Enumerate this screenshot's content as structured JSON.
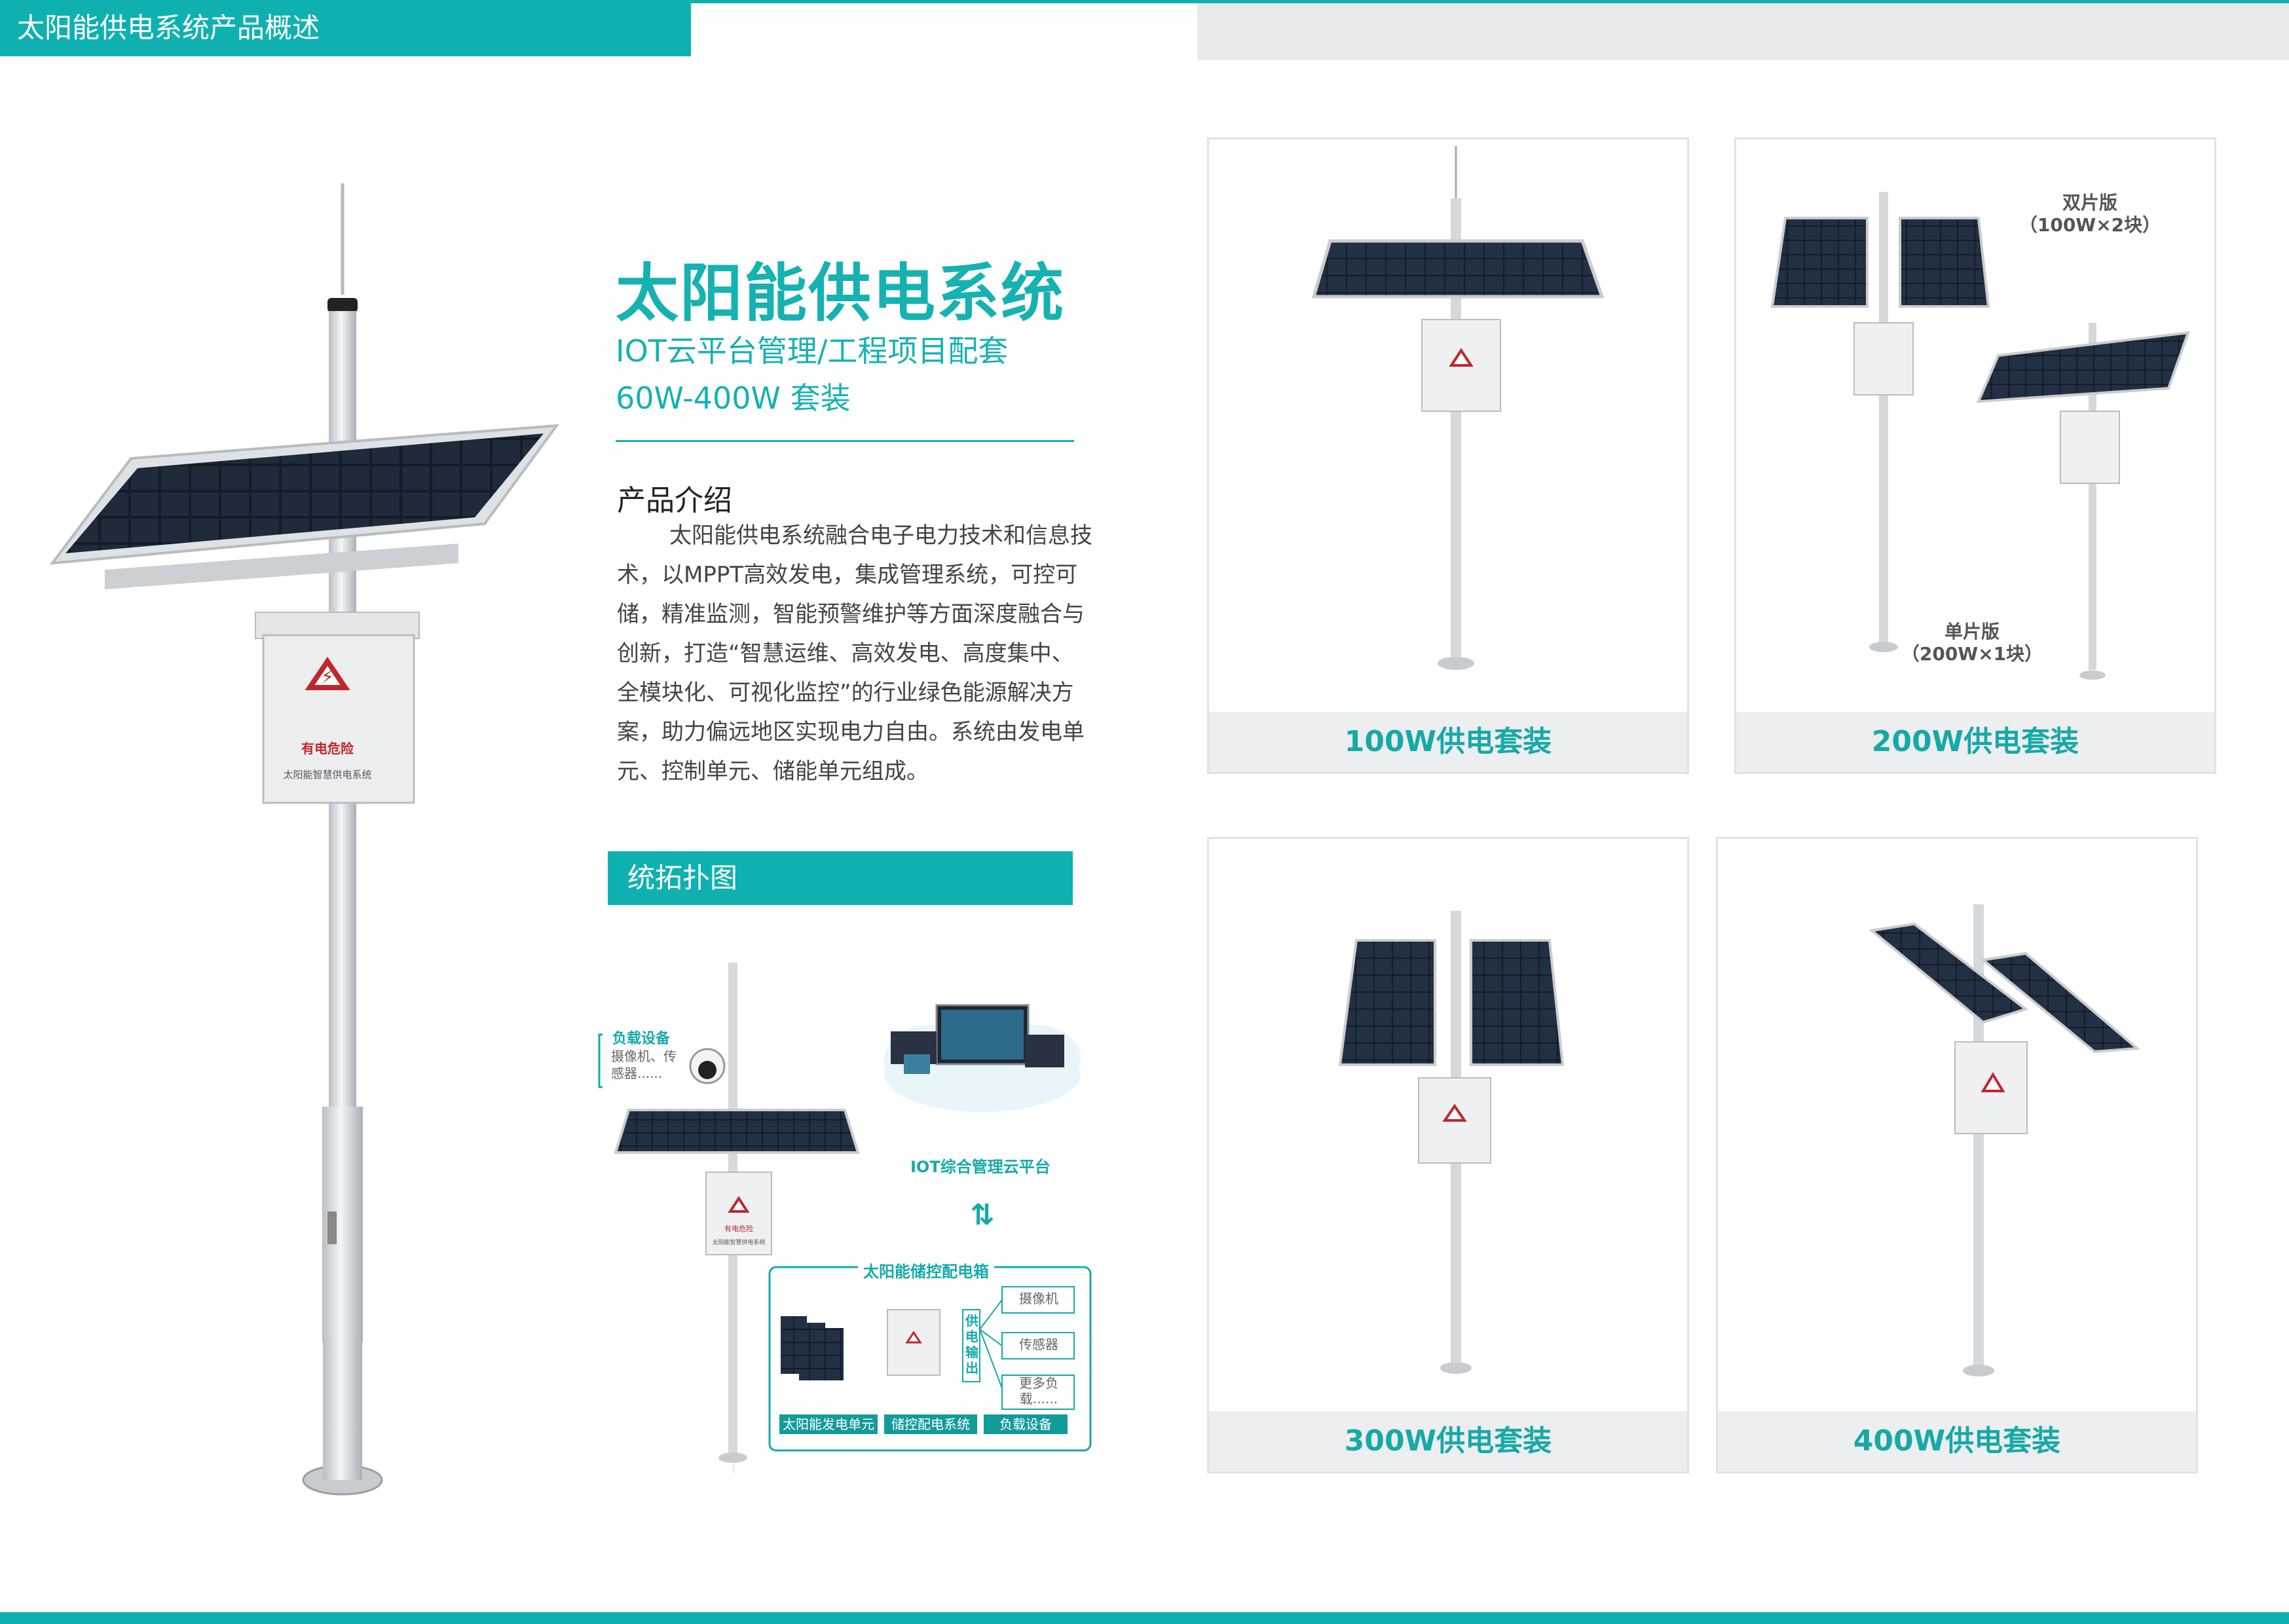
{
  "header": {
    "title": "太阳能供电系统产品概述"
  },
  "hero": {
    "title": "太阳能供电系统",
    "subtitle1": "IOT云平台管理/工程项目配套",
    "subtitle2": "60W-400W 套装"
  },
  "intro": {
    "heading": "产品介绍",
    "text": "太阳能供电系统融合电子电力技术和信息技术，以MPPT高效发电，集成管理系统，可控可储，精准监测，智能预警维护等方面深度融合与创新，打造“智慧运维、高效发电、高度集中、全模块化、可视化监控”的行业绿色能源解决方案，助力偏远地区实现电力自由。系统由发电单元、控制单元、储能单元组成。"
  },
  "topology": {
    "heading": "统拓扑图",
    "load_title": "负载设备",
    "load_items": "摄像机、传感器......",
    "cloud_label": "IOT综合管理云平台",
    "box_title": "太阳能储控配电箱",
    "supply_label": "供电输出",
    "outputs": [
      "摄像机",
      "传感器",
      "更多负载......"
    ],
    "bottom_tags": [
      "太阳能发电单元",
      "储控配电系统",
      "负载设备"
    ],
    "cabinet_warning": "有电危险",
    "cabinet_name": "太阳能智慧供电系统"
  },
  "main_cabinet": {
    "warning": "有电危险",
    "name": "太阳能智慧供电系统"
  },
  "products": [
    {
      "caption": "100W供电套装"
    },
    {
      "caption": "200W供电套装",
      "note_double": "双片版\n（100W×2块）",
      "note_single": "单片版\n（200W×1块）"
    },
    {
      "caption": "300W供电套装"
    },
    {
      "caption": "400W供电套装"
    }
  ],
  "colors": {
    "accent": "#0fb1b0",
    "panel": "#1a2330",
    "pole": "#d8dcdf"
  }
}
